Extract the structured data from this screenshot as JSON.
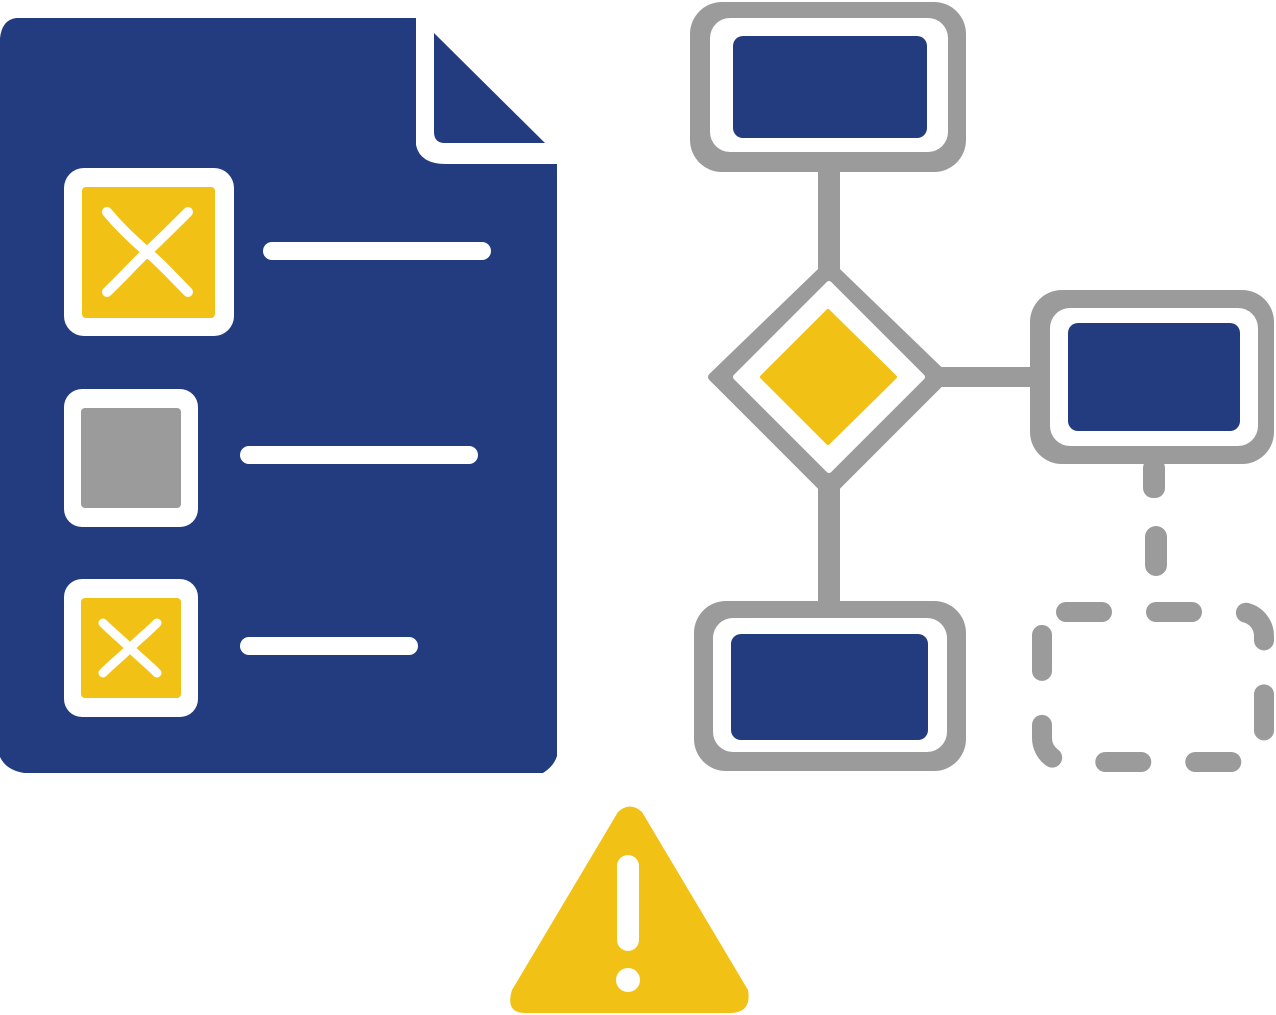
{
  "colors": {
    "navy": "#233C80",
    "yellow": "#F1C215",
    "gray": "#9A9B9A",
    "white": "#FFFFFF"
  },
  "checklist": {
    "items": [
      {
        "state": "failed",
        "icon": "x-mark-icon"
      },
      {
        "state": "pending",
        "icon": "empty-square-icon"
      },
      {
        "state": "failed",
        "icon": "x-mark-icon"
      }
    ]
  },
  "flowchart": {
    "nodes": [
      {
        "type": "process",
        "style": "filled"
      },
      {
        "type": "decision",
        "style": "filled"
      },
      {
        "type": "process",
        "style": "filled"
      },
      {
        "type": "process",
        "style": "filled"
      },
      {
        "type": "process",
        "style": "dashed-missing"
      }
    ]
  },
  "warning": {
    "icon": "warning-triangle-icon"
  }
}
